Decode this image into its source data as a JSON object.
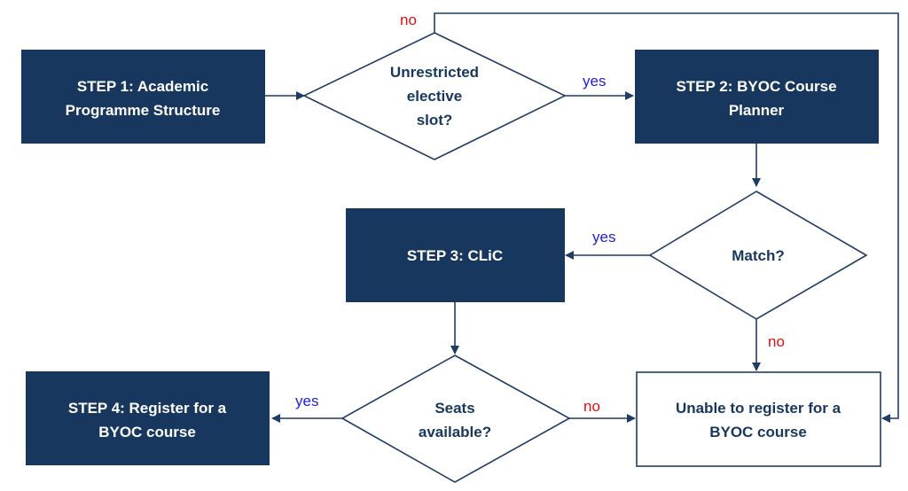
{
  "colors": {
    "box_fill": "#17375e",
    "box_text": "#ffffff",
    "line": "#1f3c64",
    "yes_label": "#1f1fd0",
    "no_label": "#e01010",
    "outline_text": "#17375e"
  },
  "nodes": {
    "step1": {
      "line1": "STEP 1: Academic",
      "line2": "Programme Structure"
    },
    "decision_elective": {
      "line1": "Unrestricted",
      "line2": "elective",
      "line3": "slot?"
    },
    "step2": {
      "line1": "STEP 2: BYOC Course",
      "line2": "Planner"
    },
    "decision_match": {
      "line1": "Match?"
    },
    "step3": {
      "line1": "STEP 3: CLiC"
    },
    "decision_seats": {
      "line1": "Seats",
      "line2": "available?"
    },
    "step4": {
      "line1": "STEP 4: Register for a",
      "line2": "BYOC course"
    },
    "unable": {
      "line1": "Unable to register for a",
      "line2": "BYOC course"
    }
  },
  "edge_labels": {
    "elective_no": "no",
    "elective_yes": "yes",
    "match_yes": "yes",
    "match_no": "no",
    "seats_yes": "yes",
    "seats_no": "no"
  }
}
